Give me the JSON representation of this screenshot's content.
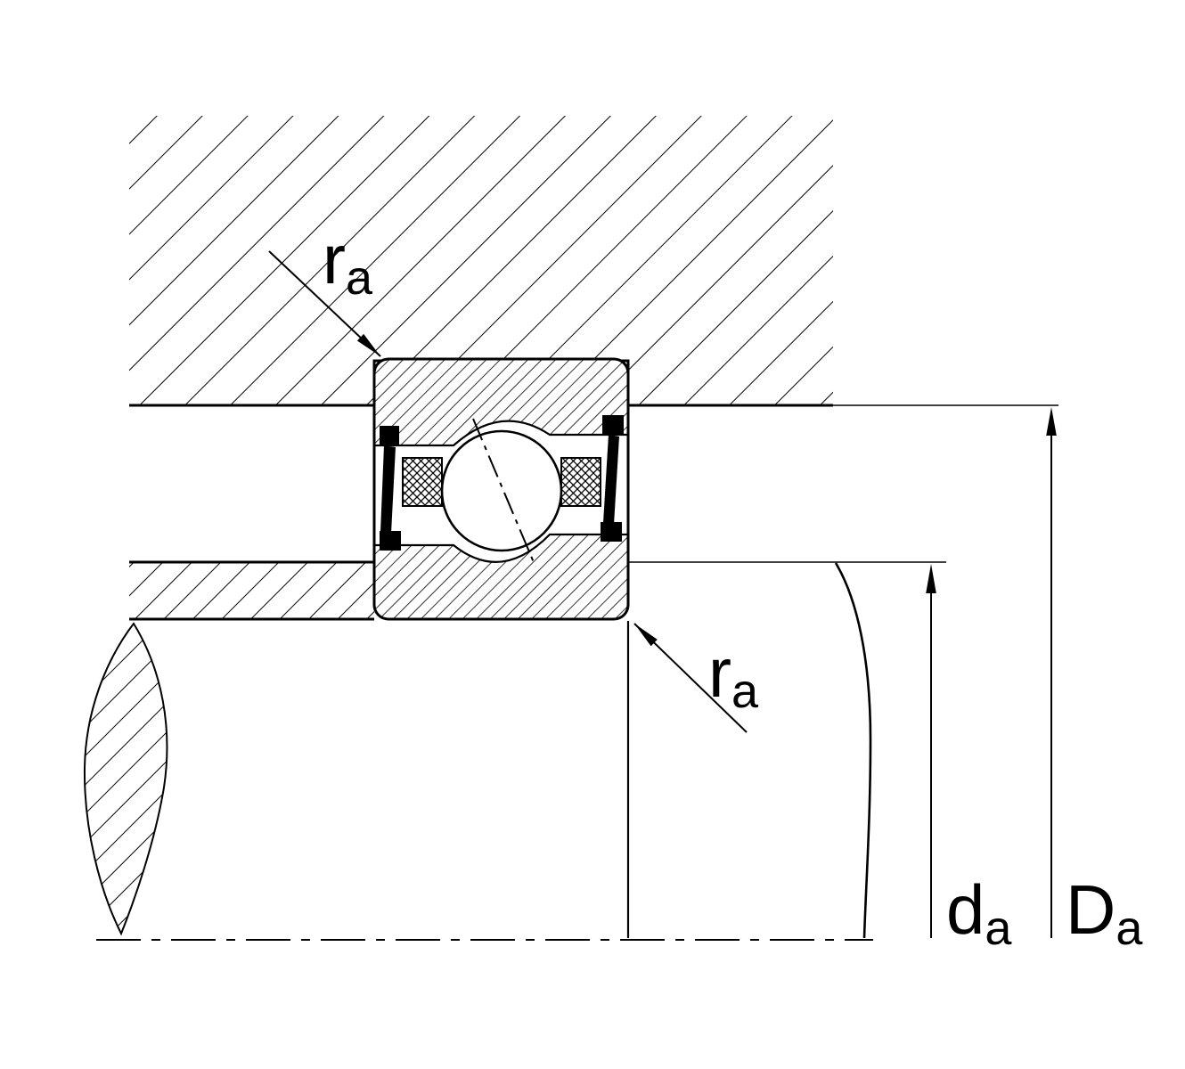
{
  "figure": {
    "kind": "technical-section-drawing",
    "subject": "sealed-spindle-bearing-mounting-with-abutment-dimensions",
    "colors": {
      "ink": "#000000",
      "paper": "#ffffff"
    },
    "annotations": {
      "fillet_top": {
        "main": "r",
        "sub": "a"
      },
      "fillet_bottom": {
        "main": "r",
        "sub": "a"
      },
      "shaft_abutment_diameter": {
        "main": "d",
        "sub": "a"
      },
      "housing_abutment_diameter": {
        "main": "D",
        "sub": "a"
      }
    },
    "parts": [
      "housing-section",
      "housing-shoulder",
      "bearing-outer-ring",
      "bearing-inner-ring",
      "ball",
      "cage",
      "seal-left",
      "seal-right",
      "shaft-shoulder",
      "shaft-break-section",
      "shaft-contour",
      "centerline",
      "dimension-arrow-da",
      "dimension-arrow-Da",
      "leader-ra-top",
      "leader-ra-bottom"
    ]
  }
}
